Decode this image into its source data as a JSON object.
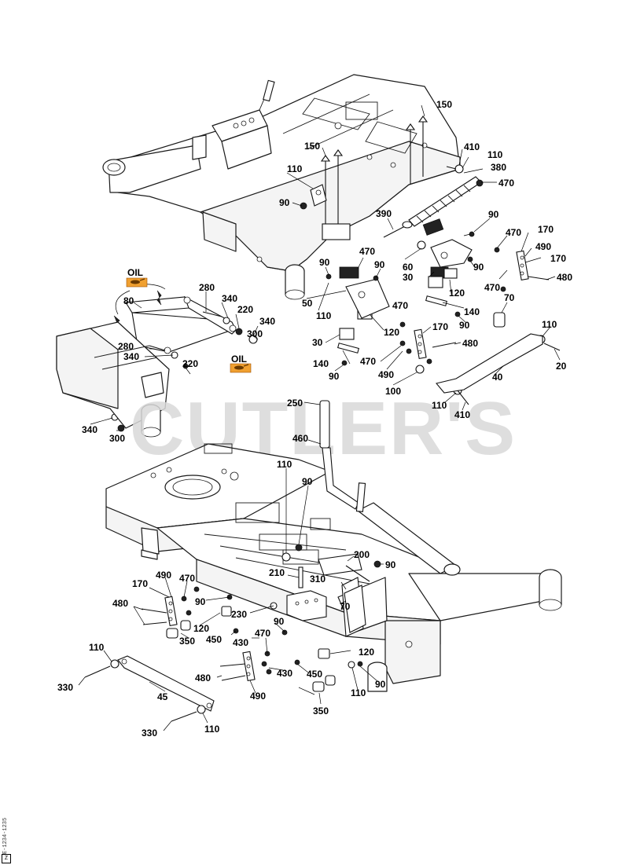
{
  "watermark": "CUTLER'S",
  "oil_label": "OIL",
  "drawing_code": "E-1234-1235",
  "corner_mark": "Z",
  "callouts": [
    {
      "id": "c150a",
      "label": "150"
    },
    {
      "id": "c150b",
      "label": "150"
    },
    {
      "id": "c410a",
      "label": "410"
    },
    {
      "id": "c110a",
      "label": "110"
    },
    {
      "id": "c380",
      "label": "380"
    },
    {
      "id": "c470a",
      "label": "470"
    },
    {
      "id": "c110b",
      "label": "110"
    },
    {
      "id": "c90a",
      "label": "90"
    },
    {
      "id": "c390",
      "label": "390"
    },
    {
      "id": "c90b",
      "label": "90"
    },
    {
      "id": "c470b",
      "label": "470"
    },
    {
      "id": "c170a",
      "label": "170"
    },
    {
      "id": "c490a",
      "label": "490"
    },
    {
      "id": "c170b",
      "label": "170"
    },
    {
      "id": "c470c",
      "label": "470"
    },
    {
      "id": "c480a",
      "label": "480"
    },
    {
      "id": "c470d",
      "label": "470"
    },
    {
      "id": "c90c",
      "label": "90"
    },
    {
      "id": "c60",
      "label": "60"
    },
    {
      "id": "c90d",
      "label": "90"
    },
    {
      "id": "c90e",
      "label": "90"
    },
    {
      "id": "c30a",
      "label": "30"
    },
    {
      "id": "c120a",
      "label": "120"
    },
    {
      "id": "c50",
      "label": "50"
    },
    {
      "id": "c110c",
      "label": "110"
    },
    {
      "id": "c470e",
      "label": "470"
    },
    {
      "id": "c140a",
      "label": "140"
    },
    {
      "id": "c90f",
      "label": "90"
    },
    {
      "id": "c70a",
      "label": "70"
    },
    {
      "id": "c170c",
      "label": "170"
    },
    {
      "id": "c120b",
      "label": "120"
    },
    {
      "id": "c110d",
      "label": "110"
    },
    {
      "id": "c30b",
      "label": "30"
    },
    {
      "id": "c480b",
      "label": "480"
    },
    {
      "id": "c140b",
      "label": "140"
    },
    {
      "id": "c470f",
      "label": "470"
    },
    {
      "id": "c20",
      "label": "20"
    },
    {
      "id": "c90g",
      "label": "90"
    },
    {
      "id": "c490b",
      "label": "490"
    },
    {
      "id": "c40",
      "label": "40"
    },
    {
      "id": "c100",
      "label": "100"
    },
    {
      "id": "c110e",
      "label": "110"
    },
    {
      "id": "c410b",
      "label": "410"
    },
    {
      "id": "c280a",
      "label": "280"
    },
    {
      "id": "c80",
      "label": "80"
    },
    {
      "id": "c340a",
      "label": "340"
    },
    {
      "id": "c220a",
      "label": "220"
    },
    {
      "id": "c340b",
      "label": "340"
    },
    {
      "id": "c300a",
      "label": "300"
    },
    {
      "id": "c280b",
      "label": "280"
    },
    {
      "id": "c340c",
      "label": "340"
    },
    {
      "id": "c220b",
      "label": "220"
    },
    {
      "id": "c340d",
      "label": "340"
    },
    {
      "id": "c300b",
      "label": "300"
    },
    {
      "id": "c250",
      "label": "250"
    },
    {
      "id": "c460",
      "label": "460"
    },
    {
      "id": "c110f",
      "label": "110"
    },
    {
      "id": "c90h",
      "label": "90"
    },
    {
      "id": "c200",
      "label": "200"
    },
    {
      "id": "c90i",
      "label": "90"
    },
    {
      "id": "c210",
      "label": "210"
    },
    {
      "id": "c310",
      "label": "310"
    },
    {
      "id": "c70b",
      "label": "70"
    },
    {
      "id": "c490c",
      "label": "490"
    },
    {
      "id": "c470g",
      "label": "470"
    },
    {
      "id": "c170d",
      "label": "170"
    },
    {
      "id": "c90j",
      "label": "90"
    },
    {
      "id": "c480c",
      "label": "480"
    },
    {
      "id": "c230",
      "label": "230"
    },
    {
      "id": "c120c",
      "label": "120"
    },
    {
      "id": "c90k",
      "label": "90"
    },
    {
      "id": "c450a",
      "label": "450"
    },
    {
      "id": "c430a",
      "label": "430"
    },
    {
      "id": "c470h",
      "label": "470"
    },
    {
      "id": "c350a",
      "label": "350"
    },
    {
      "id": "c120d",
      "label": "120"
    },
    {
      "id": "c110g",
      "label": "110"
    },
    {
      "id": "c480d",
      "label": "480"
    },
    {
      "id": "c430b",
      "label": "430"
    },
    {
      "id": "c450b",
      "label": "450"
    },
    {
      "id": "c90l",
      "label": "90"
    },
    {
      "id": "c330a",
      "label": "330"
    },
    {
      "id": "c490d",
      "label": "490"
    },
    {
      "id": "c110h",
      "label": "110"
    },
    {
      "id": "c45",
      "label": "45"
    },
    {
      "id": "c350b",
      "label": "350"
    },
    {
      "id": "c330b",
      "label": "330"
    },
    {
      "id": "c110i",
      "label": "110"
    }
  ]
}
